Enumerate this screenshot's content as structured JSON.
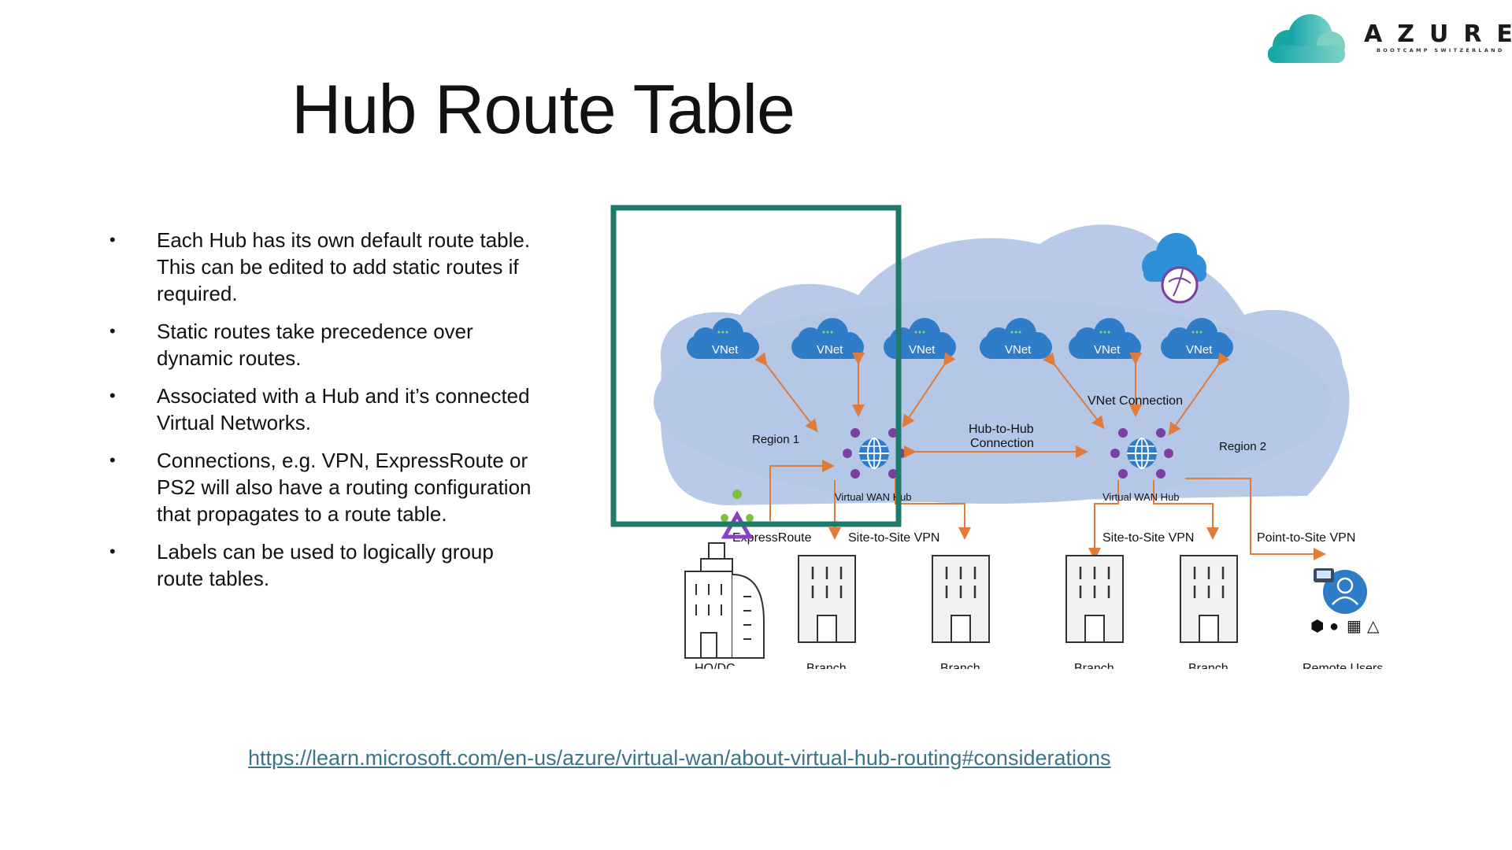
{
  "slide": {
    "title": "Hub Route Table",
    "logo": {
      "word": "AZURE",
      "subtitle": "BOOTCAMP SWITZERLAND"
    },
    "bullets": [
      "Each Hub has its own default route table. This can be edited to add static routes if required.",
      "Static routes take precedence over dynamic routes.",
      "Associated with a Hub and it’s connected Virtual Networks.",
      "Connections, e.g. VPN, ExpressRoute or PS2 will also have a routing configuration that propagates to a route table.",
      "Labels can be used to logically group route tables."
    ],
    "link": "https://learn.microsoft.com/en-us/azure/virtual-wan/about-virtual-hub-routing#considerations"
  },
  "diagram": {
    "vnet_label": "VNet",
    "region1": "Region 1",
    "region2": "Region 2",
    "hub_label": "Virtual WAN Hub",
    "hub_to_hub_line1": "Hub-to-Hub",
    "hub_to_hub_line2": "Connection",
    "vnet_connection": "VNet Connection",
    "expressroute": "ExpressRoute",
    "s2s_vpn": "Site-to-Site VPN",
    "p2s_vpn": "Point-to-Site VPN",
    "hq": "HQ/DC",
    "branch": "Branch",
    "remote_users": "Remote Users"
  },
  "colors": {
    "cloud": "#b4c7e7",
    "highlight_box": "#1f7a6c",
    "arrow": "#e07b39",
    "vnet": "#2f7dc9",
    "hub_dot": "#7b3fa0",
    "link": "#3b7387"
  }
}
